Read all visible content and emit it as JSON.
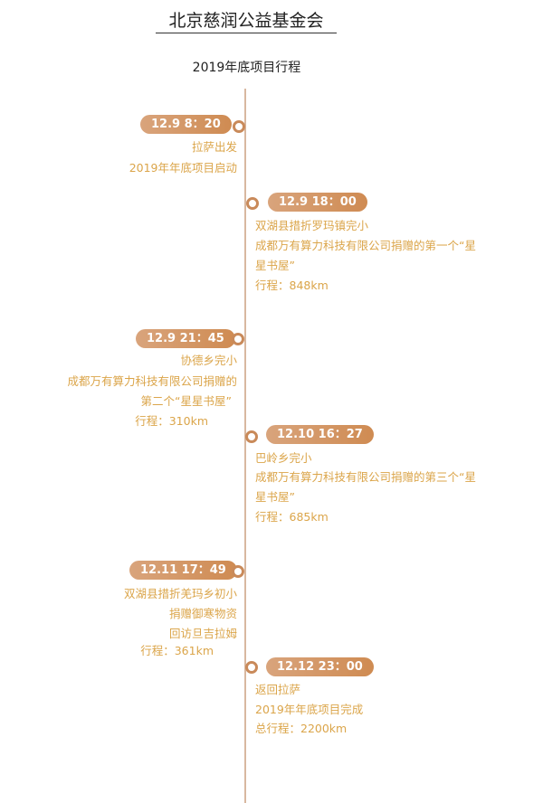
{
  "title": "北京慈润公益基金会",
  "subtitle": "2019年底项目行程",
  "events": [
    {
      "time": "12.9  8：20",
      "lines": [
        "拉萨出发",
        "2019年年底项目启动"
      ]
    },
    {
      "time": "12.9 18：00",
      "lines": [
        "双湖县措折罗玛镇完小",
        "成都万有算力科技有限公司捐赠的第一个“星",
        "星书屋”",
        "行程：848km"
      ]
    },
    {
      "time": "12.9 21：45",
      "lines": [
        "协德乡完小",
        "成都万有算力科技有限公司捐赠的",
        "第二个“星星书屋”",
        "行程：310km"
      ]
    },
    {
      "time": "12.10 16：27",
      "lines": [
        "巴岭乡完小",
        "成都万有算力科技有限公司捐赠的第三个“星",
        "星书屋”",
        "行程：685km"
      ]
    },
    {
      "time": "12.11 17：49",
      "lines": [
        "双湖县措折羌玛乡初小",
        "捐赠御寒物资",
        "回访旦吉拉姆",
        "行程：361km"
      ]
    },
    {
      "time": "12.12 23：00",
      "lines": [
        "返回拉萨",
        "2019年年底项目完成",
        "总行程：2200km"
      ]
    }
  ]
}
